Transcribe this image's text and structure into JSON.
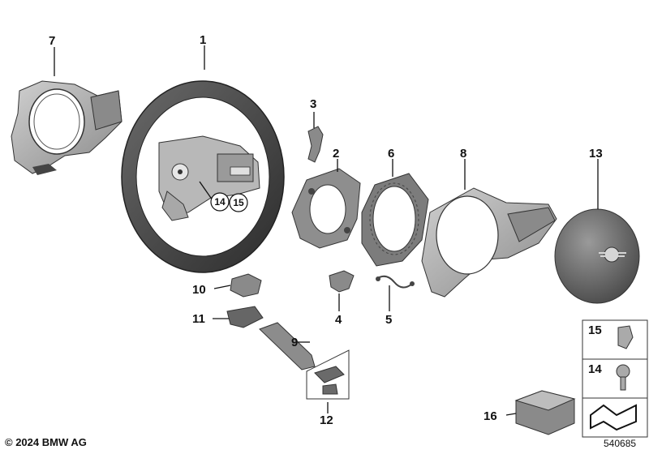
{
  "callouts": {
    "n1": "1",
    "n2": "2",
    "n3": "3",
    "n4": "4",
    "n5": "5",
    "n6": "6",
    "n7": "7",
    "n8": "8",
    "n9": "9",
    "n10": "10",
    "n11": "11",
    "n12": "12",
    "n13": "13",
    "n14": "14",
    "n15": "15",
    "n16": "16",
    "c14": "14",
    "c15": "15"
  },
  "footer": {
    "copyright": "© 2024 BMW AG",
    "drawing_number": "540685"
  }
}
